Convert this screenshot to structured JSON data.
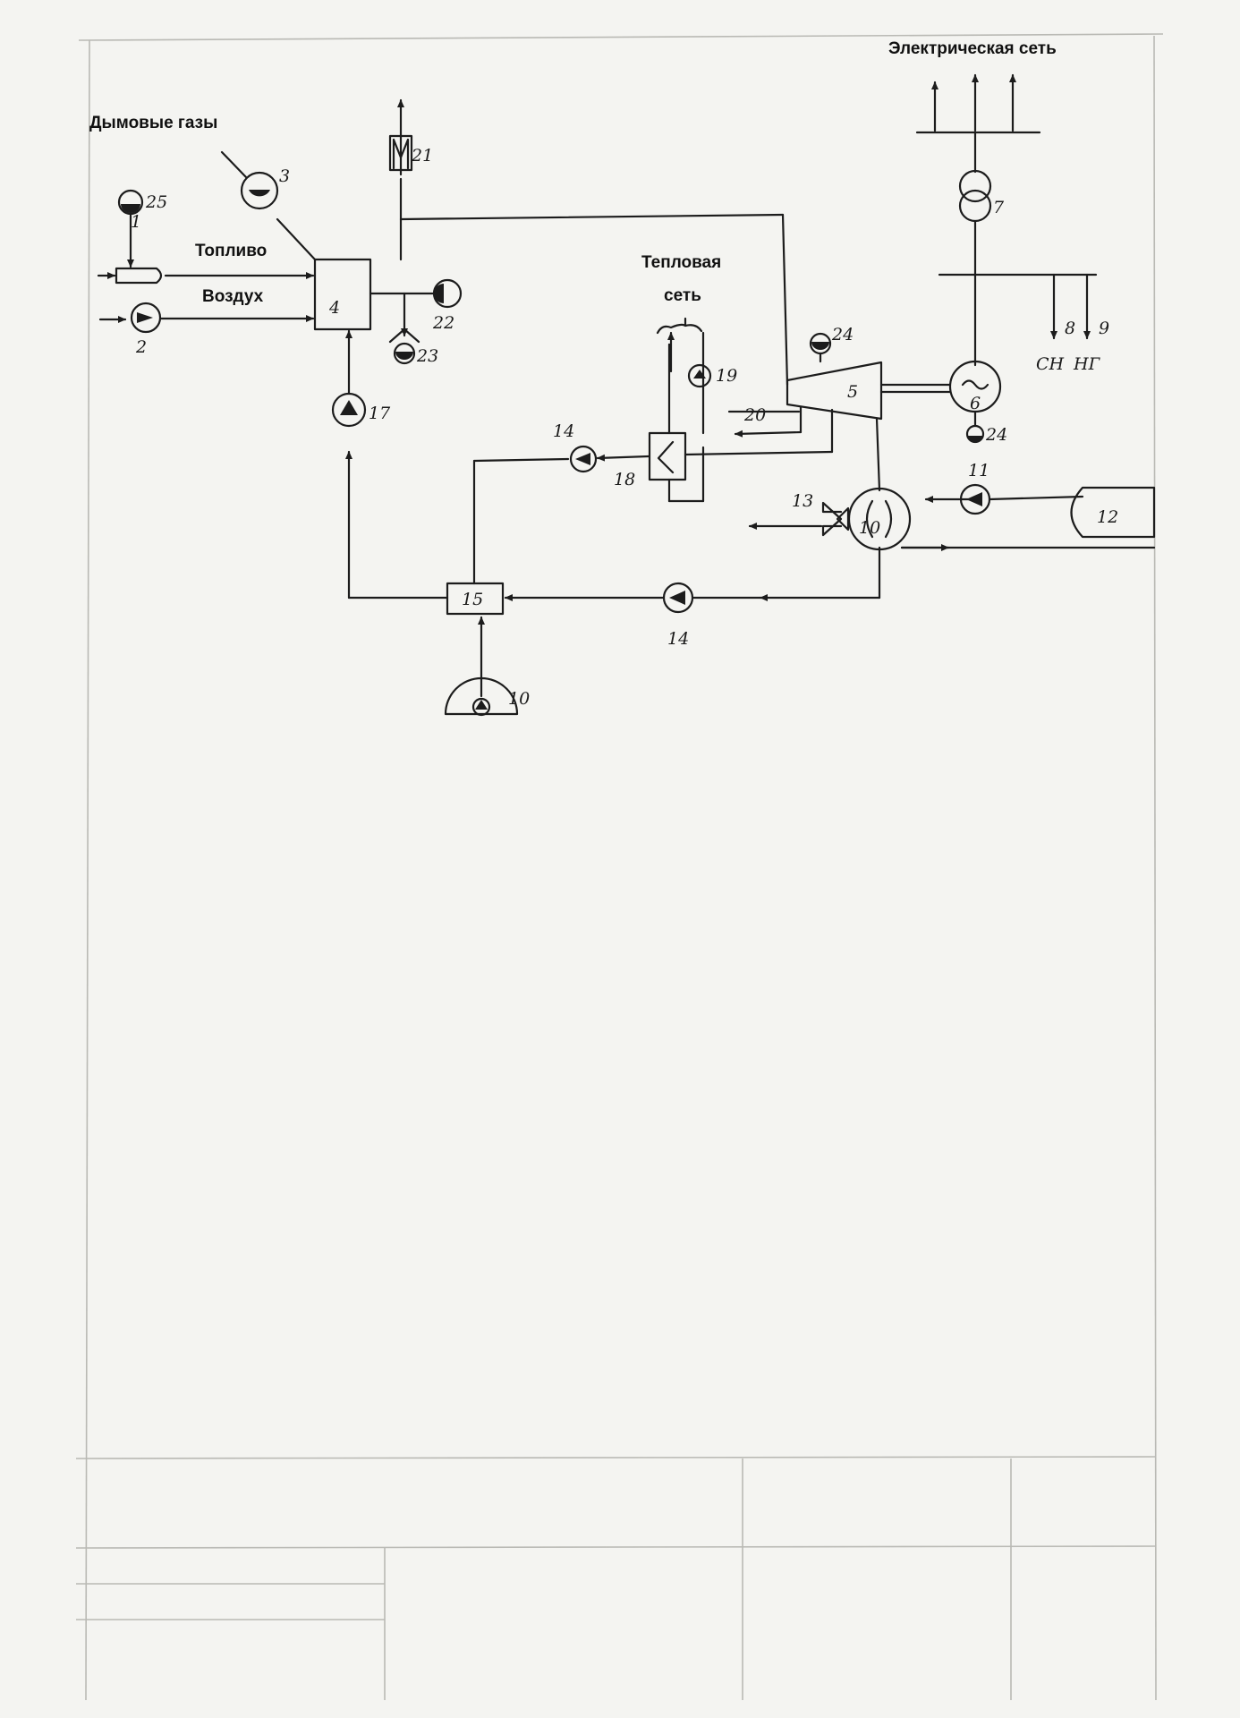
{
  "labels": {
    "electric_grid": "Электрическая сеть",
    "flue_gases": "Дымовые газы",
    "fuel": "Топливо",
    "air": "Воздух",
    "heat_network_line1": "Тепловая",
    "heat_network_line2": "сеть"
  },
  "handwritten": {
    "n1": "1",
    "n2": "2",
    "n3": "3",
    "n4": "4",
    "n5": "5",
    "n6": "6",
    "n7": "7",
    "n8": "8",
    "n9": "9",
    "n10a": "10",
    "n10b": "10",
    "n11": "11",
    "n12": "12",
    "n13": "13",
    "n14a": "14",
    "n14b": "14",
    "n15": "15",
    "n17": "17",
    "n18": "18",
    "n19": "19",
    "n20": "20",
    "n21": "21",
    "n22": "22",
    "n23": "23",
    "n24a": "24",
    "n24b": "24",
    "n25": "25",
    "sn": "СН",
    "ng": "НГ"
  },
  "colors": {
    "ink": "#1c1c1c",
    "paper": "#f4f4f1",
    "frame": "#b9b9b4"
  }
}
